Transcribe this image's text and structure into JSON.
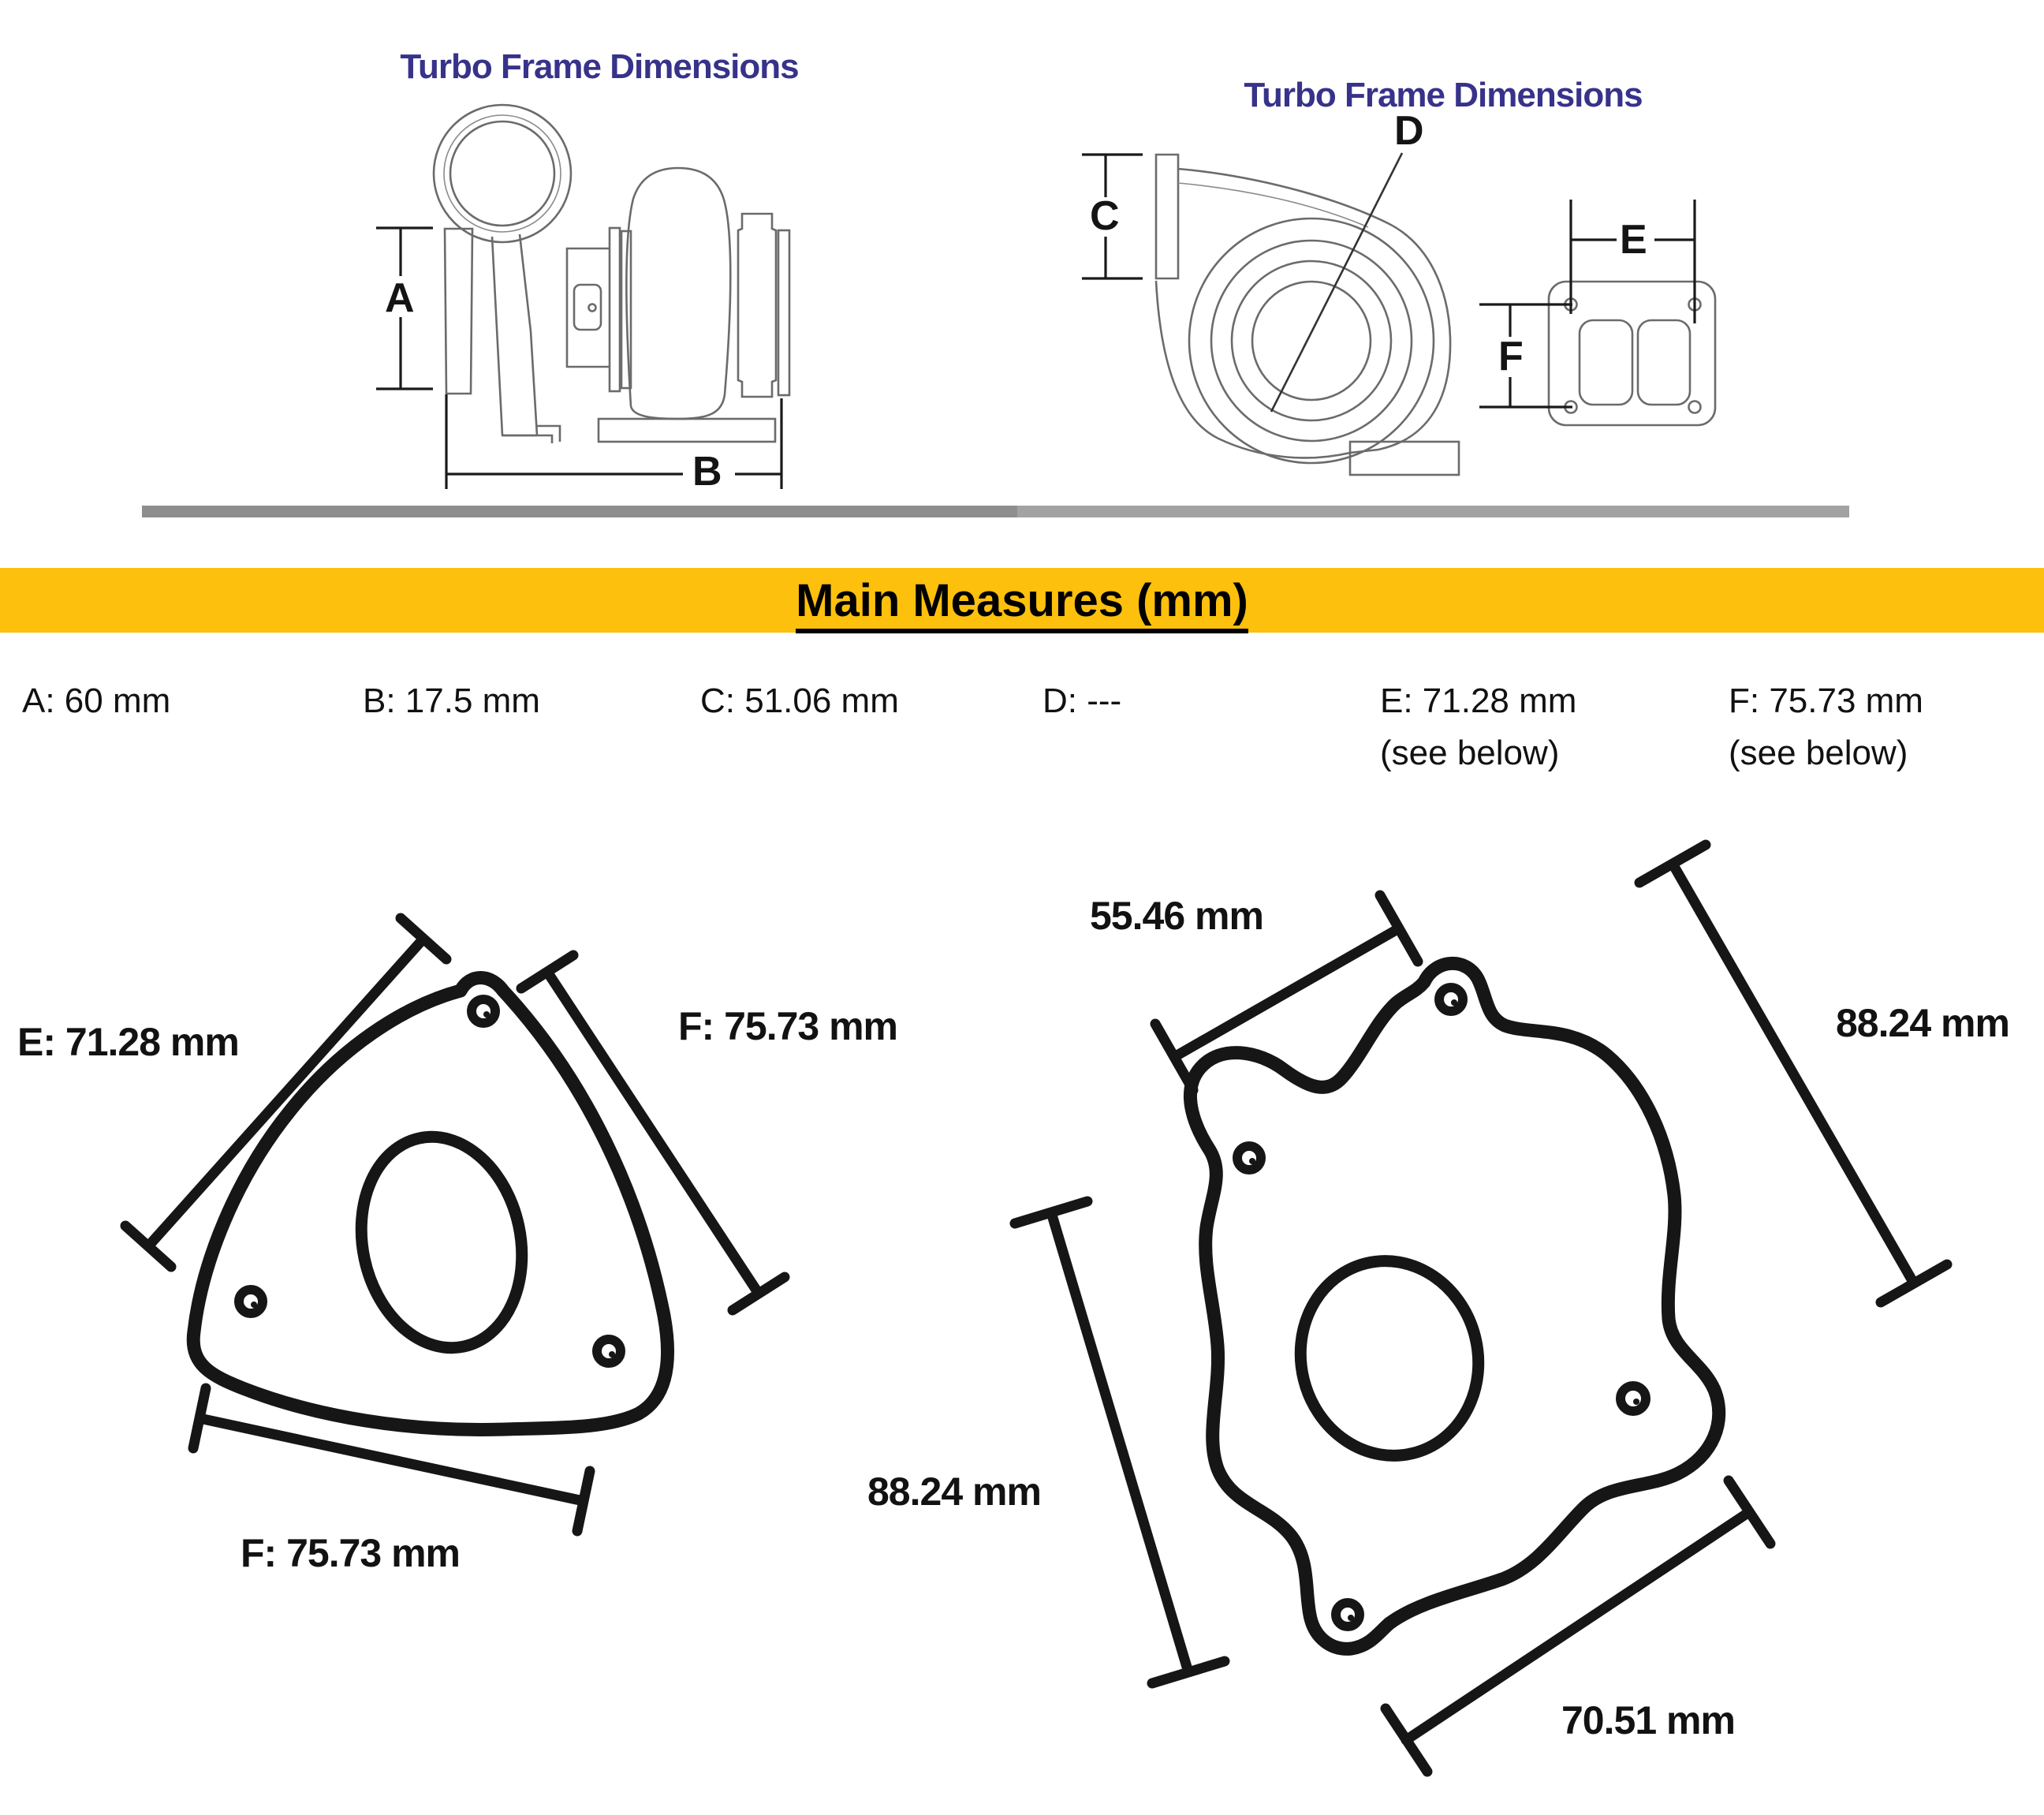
{
  "colors": {
    "title": "#37328a",
    "banner_bg": "#fcc00d",
    "ink": "#161616",
    "sketch": "#6b6b6b",
    "divider_left": "#8e8e8e",
    "divider_right": "#a2a2a2"
  },
  "top": {
    "left": {
      "title": "Turbo Frame Dimensions",
      "dim_a": "A",
      "dim_b": "B"
    },
    "right": {
      "title": "Turbo Frame Dimensions",
      "dim_c": "C",
      "dim_d": "D",
      "dim_e": "E",
      "dim_f": "F"
    }
  },
  "banner": {
    "title": "Main Measures (mm)"
  },
  "measures": [
    {
      "value": "A: 60 mm",
      "note": ""
    },
    {
      "value": "B: 17.5 mm",
      "note": ""
    },
    {
      "value": "C: 51.06 mm",
      "note": ""
    },
    {
      "value": "D: ---",
      "note": ""
    },
    {
      "value": "E: 71.28 mm",
      "note": "(see below)"
    },
    {
      "value": "F: 75.73 mm",
      "note": "(see below)"
    }
  ],
  "flange_left": {
    "dim_upper_left": "E: 71.28 mm",
    "dim_upper_right": "F: 75.73 mm",
    "dim_bottom": "F: 75.73 mm"
  },
  "flange_right": {
    "dim_top": "55.46 mm",
    "dim_right": "88.24 mm",
    "dim_left": "88.24 mm",
    "dim_bottom": "70.51 mm"
  }
}
